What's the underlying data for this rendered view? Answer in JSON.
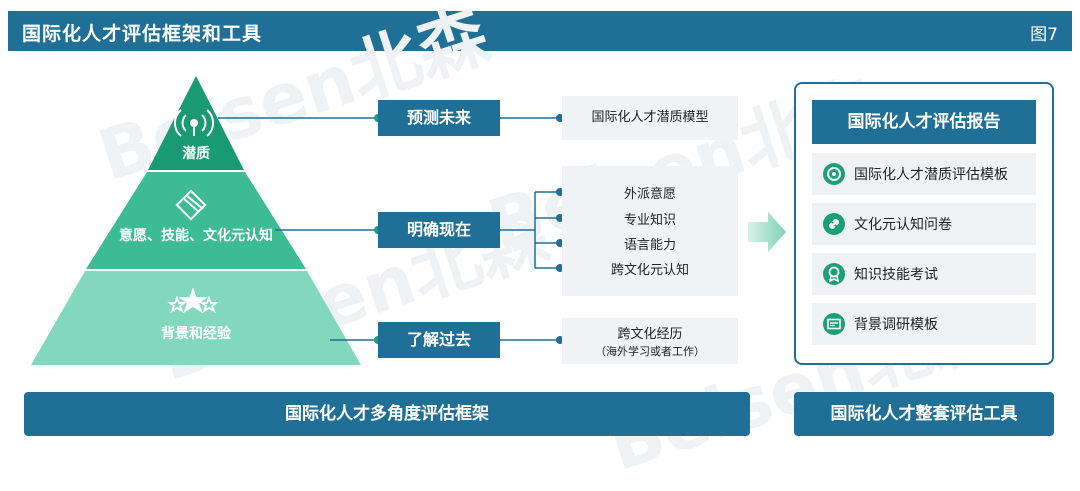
{
  "header": {
    "title": "国际化人才评估框架和工具",
    "figure_label": "图7"
  },
  "pyramid": {
    "tiers": [
      {
        "label": "潜质",
        "icon": "signal-icon"
      },
      {
        "label": "意愿、技能、文化元认知",
        "icon": "badge-icon"
      },
      {
        "label": "背景和经验",
        "icon": "stars-icon"
      }
    ]
  },
  "middle": {
    "boxes": [
      {
        "label": "预测未来"
      },
      {
        "label": "明确现在"
      },
      {
        "label": "了解过去"
      }
    ]
  },
  "details": {
    "future": {
      "items": [
        "国际化人才潜质模型"
      ]
    },
    "present": {
      "items": [
        "外派意愿",
        "专业知识",
        "语言能力",
        "跨文化元认知"
      ]
    },
    "past": {
      "main": "跨文化经历",
      "sub": "（海外学习或者工作）"
    }
  },
  "report": {
    "title": "国际化人才评估报告",
    "items": [
      {
        "label": "国际化人才潜质评估模板",
        "icon": "target-icon"
      },
      {
        "label": "文化元认知问卷",
        "icon": "link-icon"
      },
      {
        "label": "知识技能考试",
        "icon": "medal-icon"
      },
      {
        "label": "背景调研模板",
        "icon": "id-card-icon"
      }
    ]
  },
  "footer": {
    "framework_label": "国际化人才多角度评估框架",
    "tools_label": "国际化人才整套评估工具"
  },
  "watermark": "Beisen北森",
  "colors": {
    "primary": "#1f6f97",
    "tier_top": "#199a72",
    "tier_mid": "#3dbc94",
    "tier_bottom": "#82d8bc",
    "panel": "#f0f3f5"
  }
}
